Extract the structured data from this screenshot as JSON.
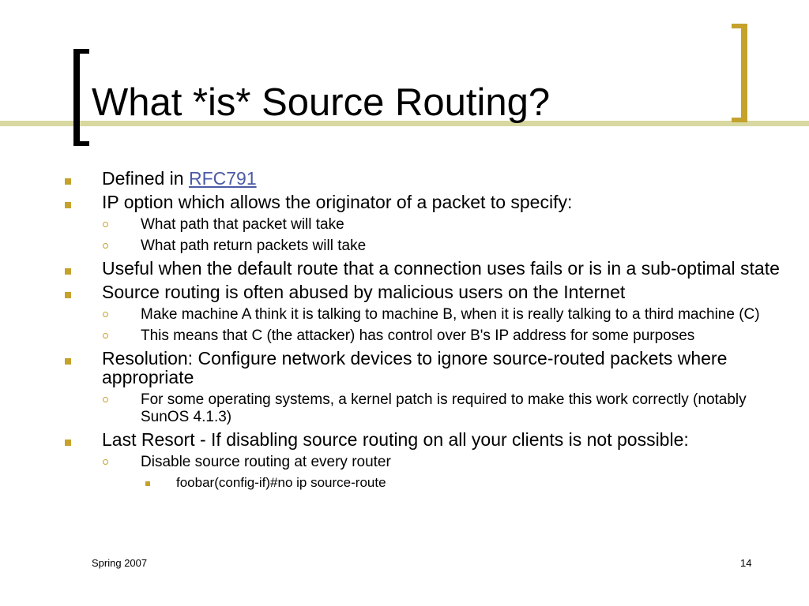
{
  "slide": {
    "title": "What *is* Source Routing?",
    "footer_left": "Spring 2007",
    "page_number": "14"
  },
  "bullets": {
    "b1_prefix": "Defined in ",
    "b1_link": "RFC791",
    "b2": "IP option which allows the originator of a packet to specify:",
    "b2_1": "What path that packet will take",
    "b2_2": "What path return packets will take",
    "b3": "Useful when the default route that a connection uses fails or is in a sub-optimal state",
    "b4": "Source routing is often abused by malicious users on the Internet",
    "b4_1": "Make machine A think it is talking to machine B, when it is really talking to a third machine (C)",
    "b4_2": "This means that C (the attacker) has control over B's IP address for some purposes",
    "b5": "Resolution: Configure network devices to ignore source-routed packets where appropriate",
    "b5_1": "For some operating systems, a kernel patch is required to make this work correctly (notably SunOS 4.1.3)",
    "b6": "Last Resort - If disabling source routing on all your clients is not possible:",
    "b6_1": "Disable source routing at every router",
    "b6_1_1": "foobar(config-if)#no ip source-route"
  },
  "colors": {
    "accent": "#c5a22c",
    "title_band": "#d8d8a0",
    "link": "#4b5aa6"
  }
}
